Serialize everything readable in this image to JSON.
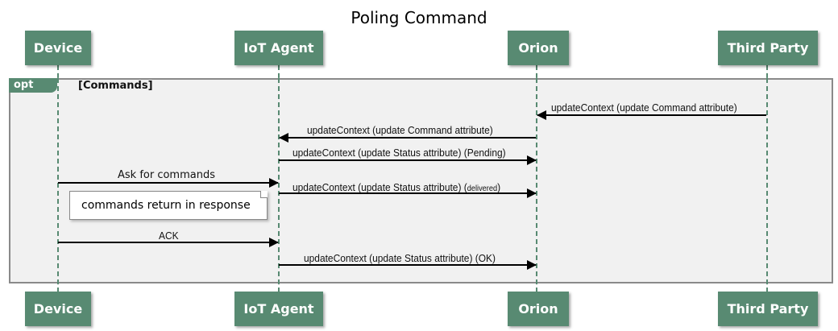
{
  "title": "Poling Command",
  "actors": [
    "Device",
    "IoT Agent",
    "Orion",
    "Third Party"
  ],
  "fragment": {
    "operator": "opt",
    "guard": "[Commands]"
  },
  "messages": [
    {
      "from": "Third Party",
      "to": "Orion",
      "label": "updateContext (update Command attribute)"
    },
    {
      "from": "Orion",
      "to": "IoT Agent",
      "label": "updateContext (update Command attribute)"
    },
    {
      "from": "IoT Agent",
      "to": "Orion",
      "label": "updateContext (update Status attribute) (Pending)"
    },
    {
      "from": "Device",
      "to": "IoT Agent",
      "label": "Ask for commands"
    },
    {
      "from": "IoT Agent",
      "to": "Orion",
      "label": "updateContext (update Status attribute) (",
      "label_small": "delivered",
      "label_end": ")"
    },
    {
      "from": "Device",
      "to": "IoT Agent",
      "label": "ACK"
    },
    {
      "from": "IoT Agent",
      "to": "Orion",
      "label": "updateContext (update Status attribute) (OK)"
    }
  ],
  "note": "commands return in response",
  "colors": {
    "actor": "#588a72",
    "frame": "#f1f1f1",
    "arrow": "#000000"
  }
}
